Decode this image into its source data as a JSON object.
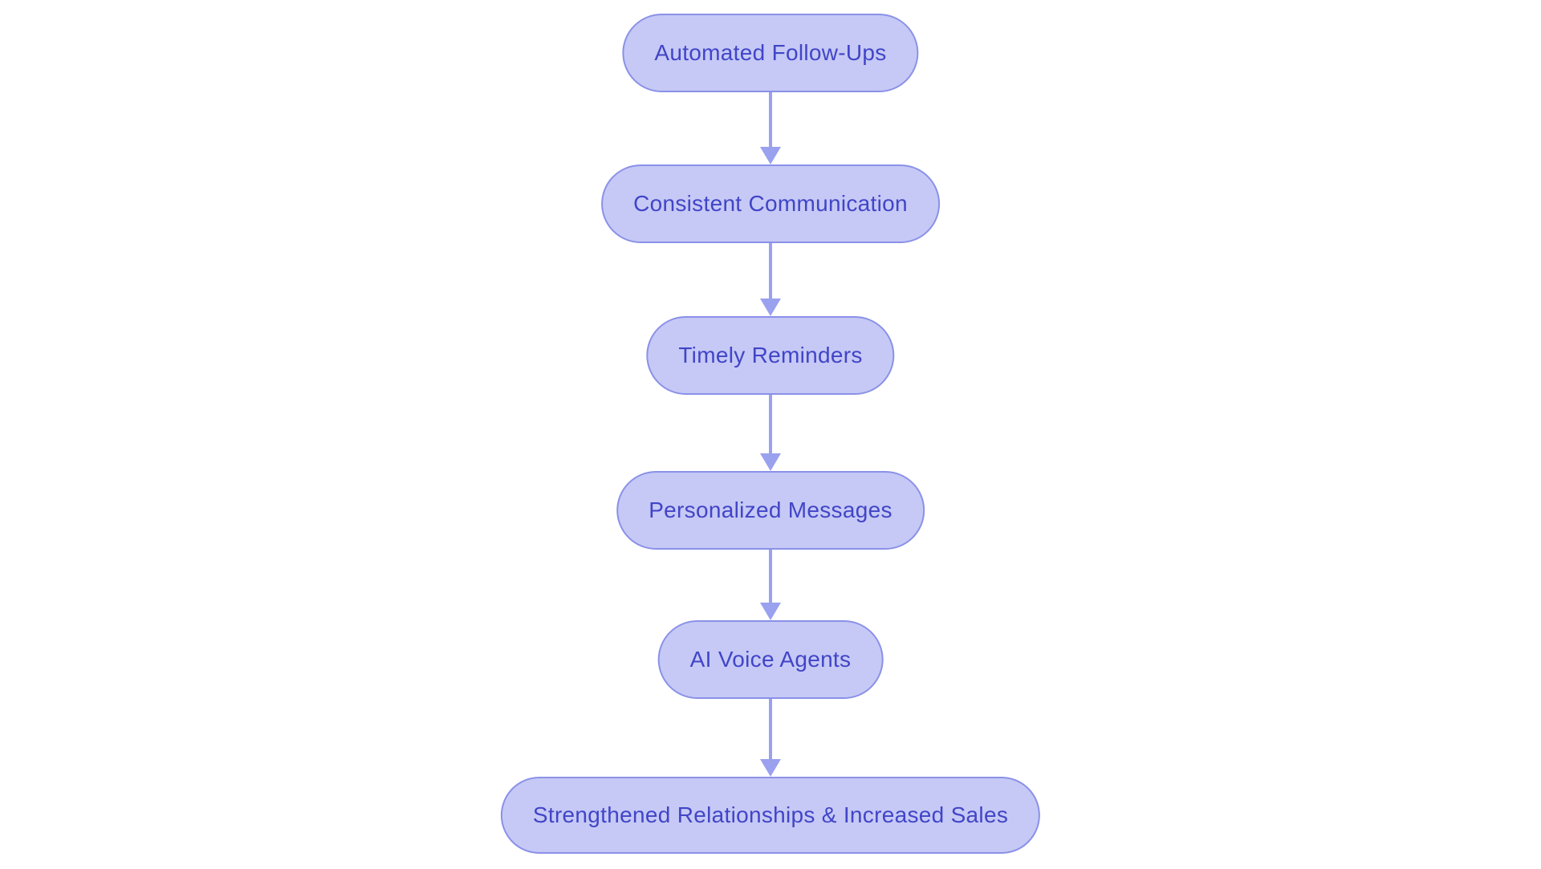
{
  "colors": {
    "background": "#ffffff",
    "node_fill": "#c6c9f5",
    "node_border": "#8a91e8",
    "node_text": "#4145c7",
    "arrow": "#9aa1ee"
  },
  "flowchart": {
    "type": "flowchart",
    "direction": "top-down",
    "nodes": [
      {
        "id": "automated-follow-ups",
        "label": "Automated Follow-Ups"
      },
      {
        "id": "consistent-communication",
        "label": "Consistent Communication"
      },
      {
        "id": "timely-reminders",
        "label": "Timely Reminders"
      },
      {
        "id": "personalized-messages",
        "label": "Personalized Messages"
      },
      {
        "id": "ai-voice-agents",
        "label": "AI Voice Agents"
      },
      {
        "id": "strengthened-relationships-increased-sales",
        "label": "Strengthened Relationships & Increased Sales"
      }
    ],
    "edges": [
      {
        "from": "automated-follow-ups",
        "to": "consistent-communication"
      },
      {
        "from": "consistent-communication",
        "to": "timely-reminders"
      },
      {
        "from": "timely-reminders",
        "to": "personalized-messages"
      },
      {
        "from": "personalized-messages",
        "to": "ai-voice-agents"
      },
      {
        "from": "ai-voice-agents",
        "to": "strengthened-relationships-increased-sales"
      }
    ]
  }
}
